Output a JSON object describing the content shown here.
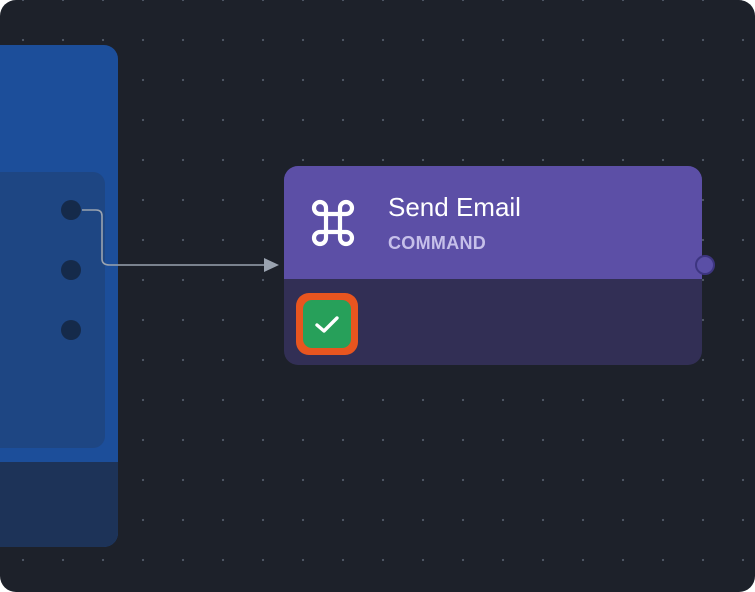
{
  "canvas": {
    "background": "#1d212a"
  },
  "left_node": {
    "color": "#1c4e9a",
    "ports": [
      "port-1",
      "port-2",
      "port-3"
    ]
  },
  "command_node": {
    "title": "Send Email",
    "subtitle": "COMMAND",
    "icon": "command-icon",
    "header_color": "#5c4fa6",
    "body_color": "#322f55",
    "status": {
      "icon": "check-icon",
      "color": "#27a05a",
      "highlight_color": "#e8551f"
    }
  },
  "wire": {
    "color": "#9aa3b0"
  }
}
